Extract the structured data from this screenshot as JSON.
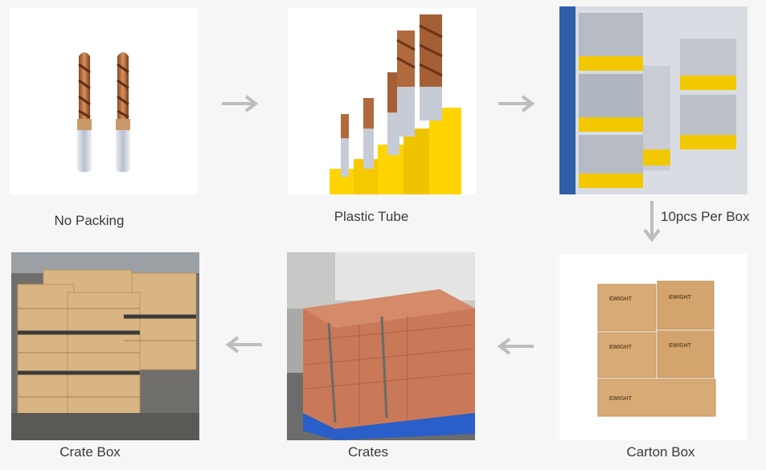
{
  "steps": {
    "no_packing": "No Packing",
    "plastic_tube": "Plastic Tube",
    "per_box": "10pcs Per Box",
    "carton_box": "Carton Box",
    "crates": "Crates",
    "crate_box": "Crate Box"
  },
  "icons": {
    "arrow_right": "arrow-right-icon",
    "arrow_left": "arrow-left-icon",
    "arrow_down": "arrow-down-icon"
  },
  "carton_brand": "EWIGHT",
  "colors": {
    "arrow": "#bdbdbd",
    "label": "#3a3a3a",
    "page": "#f6f6f6",
    "coating": "#b06a3e",
    "tube_yellow": "#ffd400",
    "carton": "#d8ab76",
    "crate_wood": "#d9b584",
    "pallet": "#2a5fc9"
  }
}
